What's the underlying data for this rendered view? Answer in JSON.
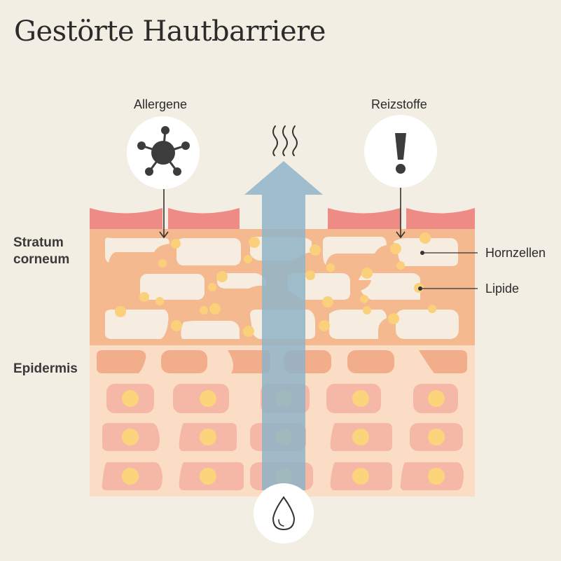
{
  "title": "Gestörte Hautbarriere",
  "labels": {
    "allergene": "Allergene",
    "reizstoffe": "Reizstoffe",
    "stratum_line1": "Stratum",
    "stratum_line2": "corneum",
    "epidermis": "Epidermis",
    "hornzellen": "Hornzellen",
    "lipide": "Lipide"
  },
  "icons": {
    "allergen": "allergen-molecule-icon",
    "irritant": "exclamation-icon",
    "water": "water-drop-icon",
    "evaporation": "evaporation-waves-icon"
  },
  "colors": {
    "background": "#f3eee3",
    "stratum": "#f5b98f",
    "epidermis": "#fbdcc4",
    "surface_wave": "#ee8b84",
    "horn_cell": "#f6ecdf",
    "lipid": "#fbd07a",
    "epi_cell_top": "#f2ad8a",
    "epi_cell": "#f5b7a6",
    "nucleus": "#fcd47c",
    "arrow": "#8fb4c8",
    "text": "#2b2b2b"
  }
}
